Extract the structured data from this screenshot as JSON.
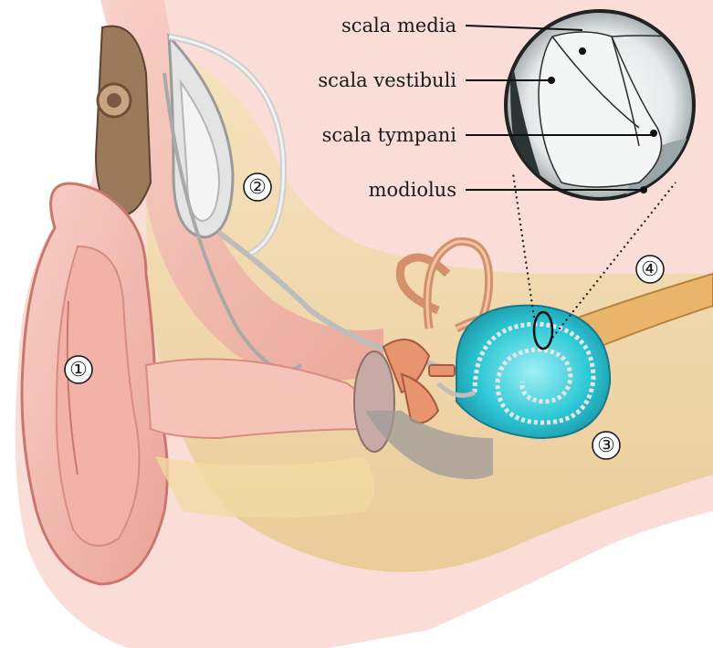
{
  "labels": {
    "scala_media": "scala media",
    "scala_vestibuli": "scala vestibuli",
    "scala_tympani": "scala tympani",
    "modiolus": "modiolus"
  },
  "callouts": {
    "n1": "①",
    "n2": "②",
    "n3": "③",
    "n4": "④"
  },
  "colors": {
    "skin": "#f3b8ae",
    "skin_dark": "#d98c84",
    "bone": "#f0d9a6",
    "cochlea": "#2ec8d6",
    "nerve": "#e8b070",
    "implant": "#d8d8d8"
  }
}
